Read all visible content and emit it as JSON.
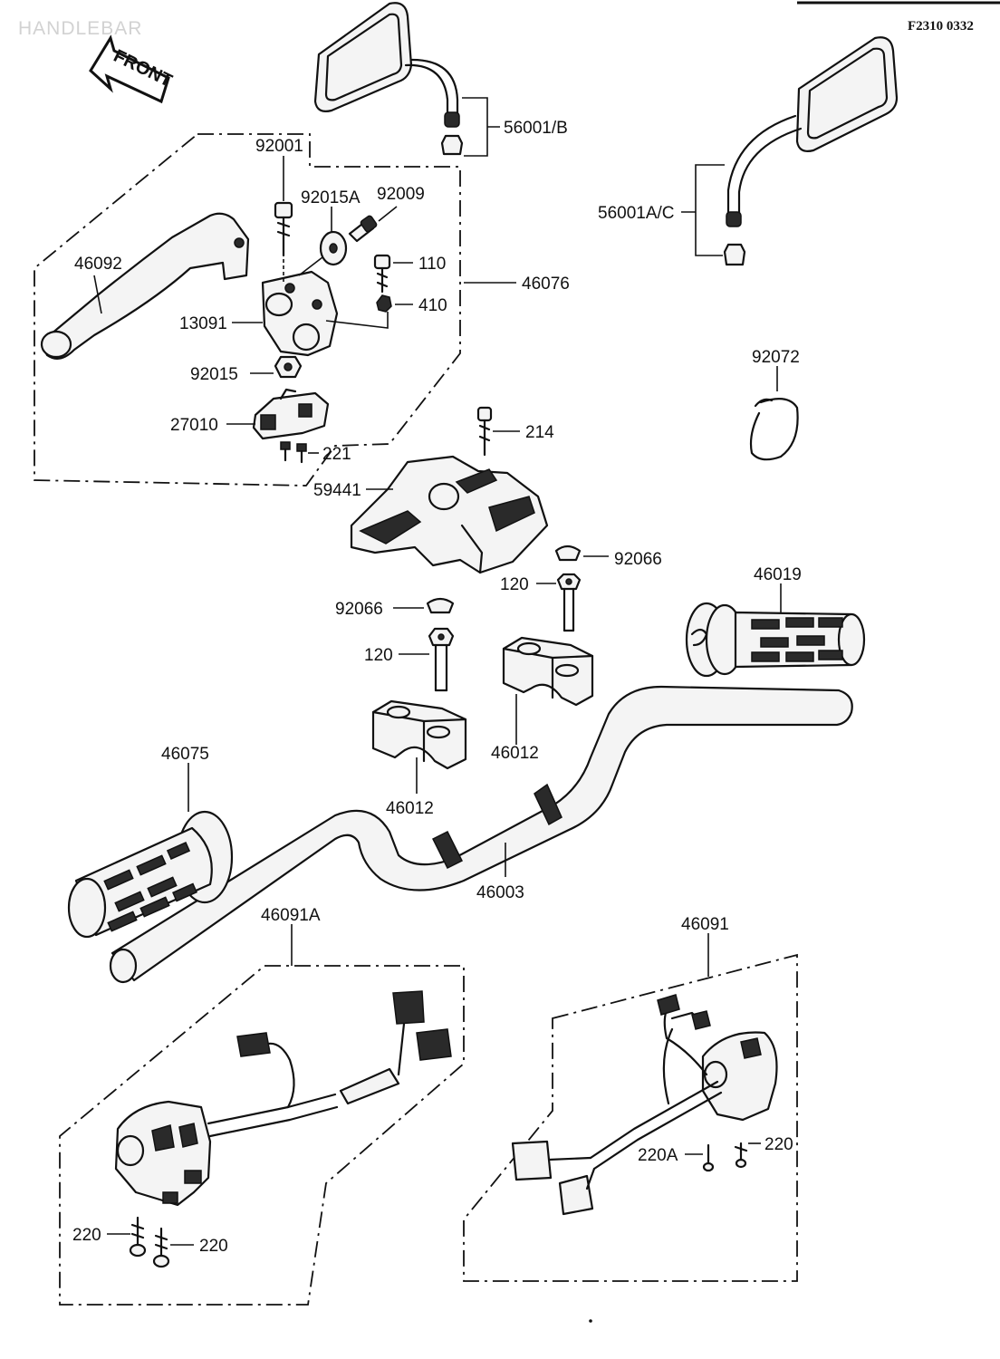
{
  "header": {
    "title": "HANDLEBAR",
    "code": "F2310 0332",
    "front_label": "FRONT"
  },
  "parts": {
    "p56001b": "56001/B",
    "p56001ac": "56001A/C",
    "p92001": "92001",
    "p92015a": "92015A",
    "p92009": "92009",
    "p46092": "46092",
    "p110": "110",
    "p46076": "46076",
    "p410": "410",
    "p13091": "13091",
    "p92015": "92015",
    "p27010": "27010",
    "p221": "221",
    "p92072": "92072",
    "p214": "214",
    "p59441": "59441",
    "p92066_right": "92066",
    "p120_right": "120",
    "p46019": "46019",
    "p92066_left": "92066",
    "p120_left": "120",
    "p46012_right": "46012",
    "p46012_left": "46012",
    "p46075": "46075",
    "p46003": "46003",
    "p46091a": "46091A",
    "p46091": "46091",
    "p220a": "220A",
    "p220_right": "220",
    "p220_left1": "220",
    "p220_left2": "220"
  }
}
